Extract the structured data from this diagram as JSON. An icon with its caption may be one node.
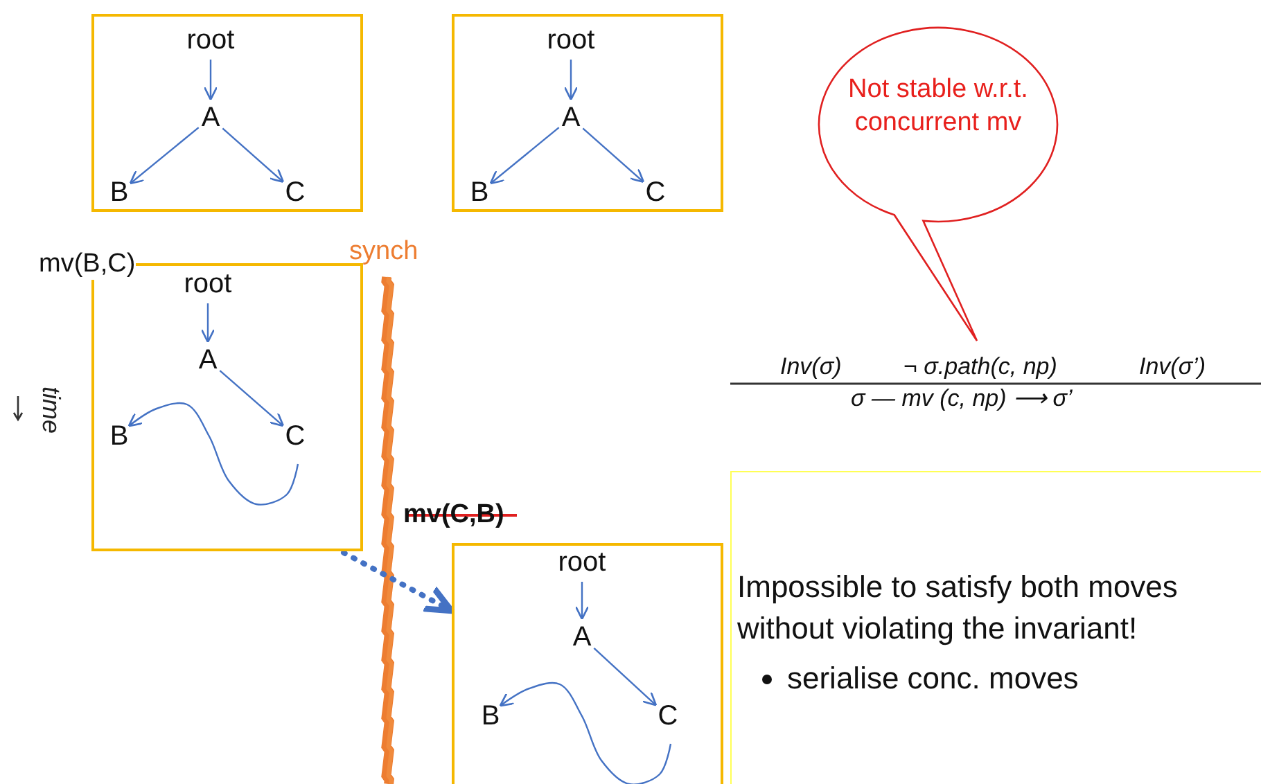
{
  "diagram": {
    "nodes": [
      {
        "text": [],
        "shape": "box"
      },
      {
        "text": [
          "root"
        ],
        "in": 0
      },
      {
        "text": [
          "A"
        ],
        "in": 0
      },
      {
        "text": [
          "B"
        ],
        "in": 0
      },
      {
        "text": [
          "C"
        ],
        "in": 0
      },
      {
        "text": [],
        "shape": "box"
      },
      {
        "text": [
          "root"
        ],
        "in": 5
      },
      {
        "text": [
          "A"
        ],
        "in": 5
      },
      {
        "text": [
          "B"
        ],
        "in": 5
      },
      {
        "text": [
          "C"
        ],
        "in": 5
      },
      {
        "text": [
          "mv(B,C)"
        ]
      },
      {
        "text": [
          "root"
        ],
        "in": 10
      },
      {
        "text": [
          "A"
        ],
        "in": 10
      },
      {
        "text": [
          "B"
        ],
        "in": 10
      },
      {
        "text": [
          "C"
        ],
        "in": 10
      },
      {
        "text": [
          "mv(C,B)"
        ]
      },
      {
        "text": [
          "root"
        ],
        "in": 15
      },
      {
        "text": [
          "A"
        ],
        "in": 15
      },
      {
        "text": [
          "B"
        ],
        "in": 15
      },
      {
        "text": [
          "C"
        ],
        "in": 15
      },
      {
        "text": [
          "Not stable w.r.t. concurrent mv"
        ]
      },
      {
        "text": [
          "Impossible to satisfy both moves without violating the invariant!",
          "serialise conc. moves"
        ]
      }
    ],
    "edges": [
      {
        "from": 1,
        "to": 2,
        "arrow": "to"
      },
      {
        "from": 2,
        "to": 3,
        "arrow": "to"
      },
      {
        "from": 2,
        "to": 4,
        "arrow": "to"
      },
      {
        "from": 6,
        "to": 7,
        "arrow": "to"
      },
      {
        "from": 7,
        "to": 8,
        "arrow": "to"
      },
      {
        "from": 7,
        "to": 9,
        "arrow": "to"
      },
      {
        "from": 11,
        "to": 12,
        "arrow": "to"
      },
      {
        "from": 12,
        "to": 14,
        "arrow": "to"
      },
      {
        "from": 14,
        "to": 13,
        "arrow": "to"
      },
      {
        "from": 16,
        "to": 17,
        "arrow": "to"
      },
      {
        "from": 17,
        "to": 19,
        "arrow": "to"
      },
      {
        "from": 19,
        "to": 18,
        "arrow": "to"
      },
      {
        "from": 10,
        "to": 15,
        "arrow": "to",
        "style": "dashed"
      }
    ],
    "labels": [
      "synch",
      "time",
      "Inv(σ)",
      "¬ σ.path(c, np)",
      "Inv(σ’)",
      "σ — mv (c, np) ⟶ σ’"
    ]
  }
}
